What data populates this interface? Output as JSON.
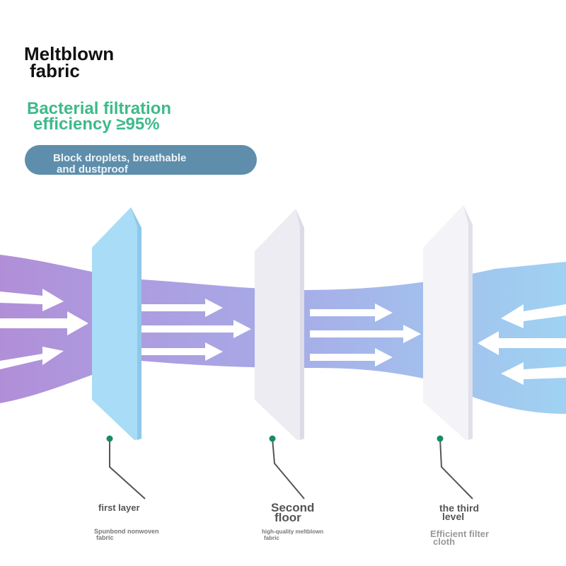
{
  "header": {
    "title_line1": "Meltblown",
    "title_line2": "fabric",
    "headline_line1": "Bacterial filtration",
    "headline_line2": "efficiency ≥95%",
    "pill_line1": "Block droplets, breathable",
    "pill_line2": "and dustproof"
  },
  "layers": [
    {
      "name_line1": "first layer",
      "name_line2": "",
      "desc_line1": "Spunbond nonwoven",
      "desc_line2": "fabric"
    },
    {
      "name_line1": "Second",
      "name_line2": "floor",
      "desc_line1": "high-quality meltblown",
      "desc_line2": "fabric"
    },
    {
      "name_line1": "the third",
      "name_line2": "level",
      "desc_line1": "Efficient filter",
      "desc_line2": "cloth"
    }
  ],
  "colors": {
    "accent_green": "#3dba8a",
    "pill": "#5e8eab",
    "dot": "#1a8a6a"
  }
}
